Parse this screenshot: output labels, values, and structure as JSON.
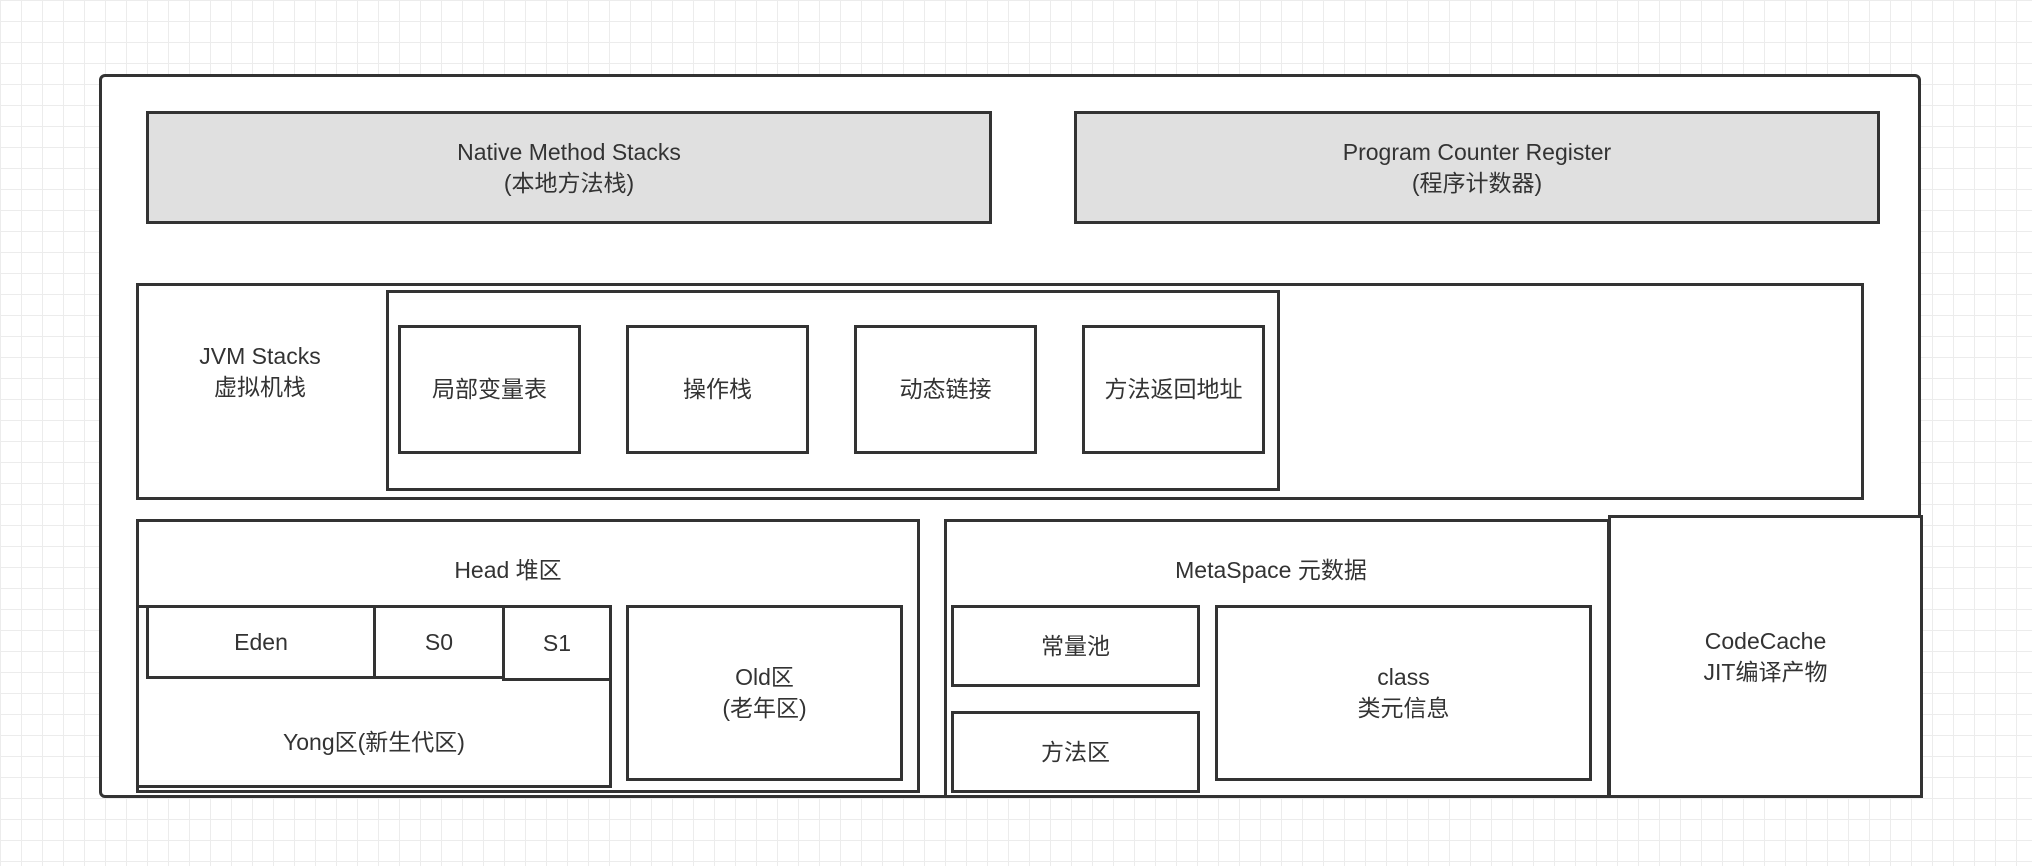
{
  "native": {
    "line1": "Native Method Stacks",
    "line2": "(本地方法栈)"
  },
  "pc": {
    "line1": "Program Counter Register",
    "line2": "(程序计数器)"
  },
  "jvm_stacks": {
    "line1": "JVM Stacks",
    "line2": "虚拟机栈",
    "frames": [
      "局部变量表",
      "操作栈",
      "动态链接",
      "方法返回地址"
    ]
  },
  "heap": {
    "title": "Head 堆区",
    "eden": "Eden",
    "s0": "S0",
    "s1": "S1",
    "young": "Yong区(新生代区)",
    "old_line1": "Old区",
    "old_line2": "(老年区)"
  },
  "metaspace": {
    "title": "MetaSpace 元数据",
    "constant_pool": "常量池",
    "method_area": "方法区",
    "class_line1": "class",
    "class_line2": "类元信息"
  },
  "codecache": {
    "line1": "CodeCache",
    "line2": "JIT编译产物"
  }
}
